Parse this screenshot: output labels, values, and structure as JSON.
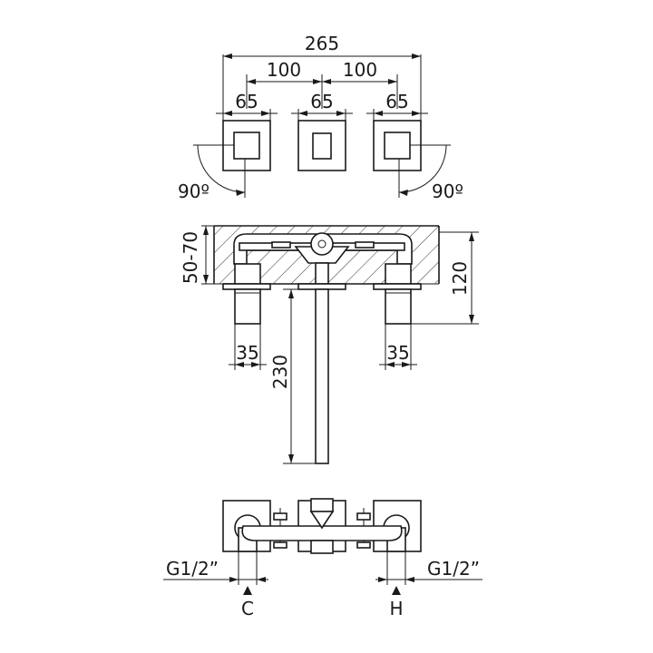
{
  "dimensions": {
    "overall_width": "265",
    "spacing_left": "100",
    "spacing_right": "100",
    "plate_left": "65",
    "plate_center": "65",
    "plate_right": "65",
    "rotation_left": "90º",
    "rotation_right": "90º",
    "wall_depth": "50-70",
    "projection": "120",
    "handle_left": "35",
    "handle_right": "35",
    "spout_length": "230",
    "connection_left": "G1/2”",
    "connection_right": "G1/2”"
  },
  "supply": {
    "cold_label": "C",
    "hot_label": "H"
  },
  "colors": {
    "line": "#1a1a1a",
    "background": "#ffffff"
  }
}
